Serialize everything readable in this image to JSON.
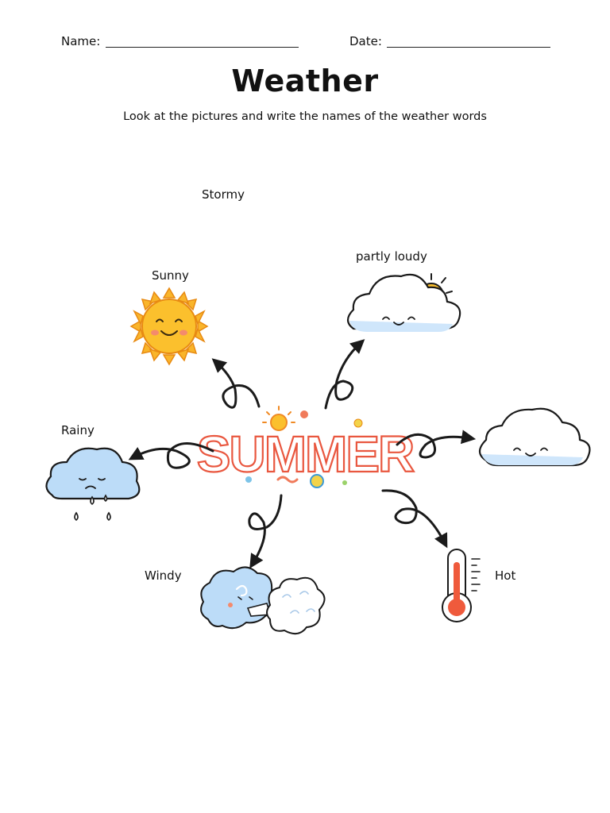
{
  "header": {
    "name_label": "Name:",
    "date_label": "Date:"
  },
  "title": "Weather",
  "instructions": "Look at the pictures and write the names of the weather words",
  "center_text": "SUMMER",
  "words": {
    "stormy": "Stormy",
    "partly_cloudy": "partly loudy",
    "sunny": "Sunny",
    "rainy": "Rainy",
    "windy": "Windy",
    "hot": "Hot"
  },
  "colors": {
    "sun": "#f9b52b",
    "sun_outline": "#e88a12",
    "cloud": "#ffffff",
    "cloud_shadow": "#cfe6fb",
    "rain_cloud": "#bcdcf8",
    "thermo_red": "#ef5a3c",
    "arrow": "#1a1a1a"
  }
}
